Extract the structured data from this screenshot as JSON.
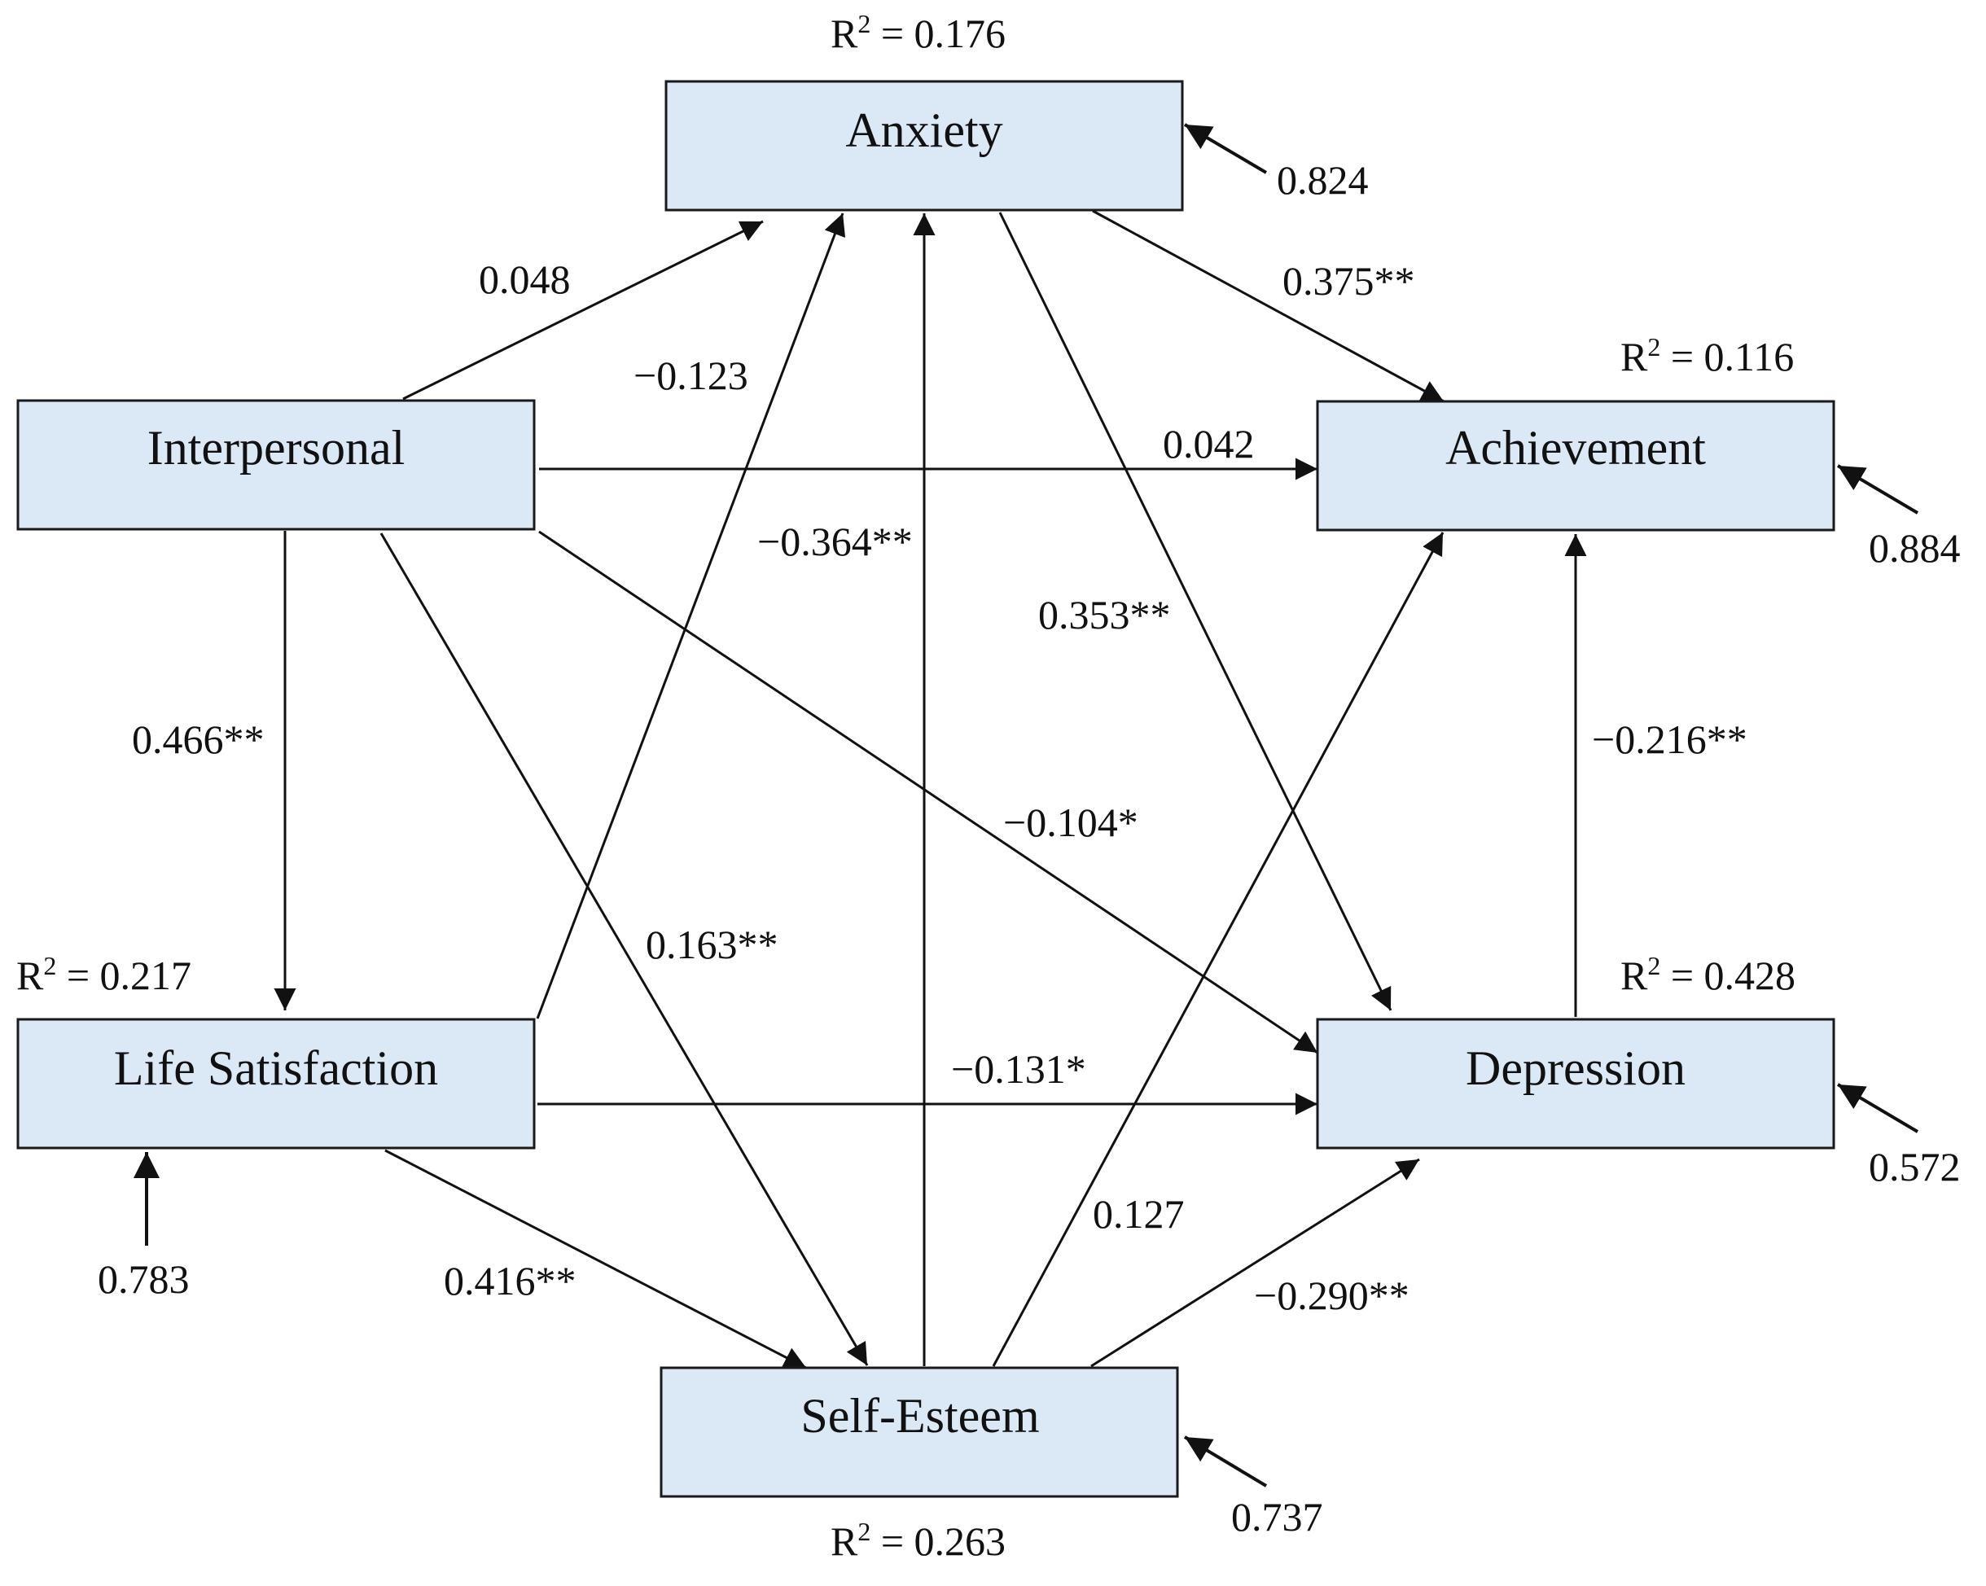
{
  "nodes": {
    "anxiety": "Anxiety",
    "interpersonal": "Interpersonal",
    "achievement": "Achievement",
    "life_satisfaction": "Life Satisfaction",
    "depression": "Depression",
    "self_esteem": "Self-Esteem"
  },
  "r2": {
    "prefix": "R",
    "superscript": "2",
    "anxiety": " = 0.176",
    "achievement": " = 0.116",
    "life_satisfaction": " = 0.217",
    "depression": " = 0.428",
    "self_esteem": " = 0.263"
  },
  "residuals": {
    "anxiety": "0.824",
    "achievement": "0.884",
    "life_satisfaction": "0.783",
    "depression": "0.572",
    "self_esteem": "0.737"
  },
  "paths": {
    "interpersonal_anxiety": "0.048",
    "lifesat_anxiety": "−0.123",
    "selfesteem_anxiety": "−0.364**",
    "anxiety_achievement": "0.375**",
    "interpersonal_achievement": "0.042",
    "anxiety_depression": "0.353**",
    "interpersonal_lifesat": "0.466**",
    "interpersonal_depression": "−0.104*",
    "depression_achievement": "−0.216**",
    "interpersonal_selfesteem": "0.163**",
    "lifesat_depression": "−0.131*",
    "selfesteem_achievement": "0.127",
    "lifesat_selfesteem": "0.416**",
    "selfesteem_depression": "−0.290**"
  }
}
